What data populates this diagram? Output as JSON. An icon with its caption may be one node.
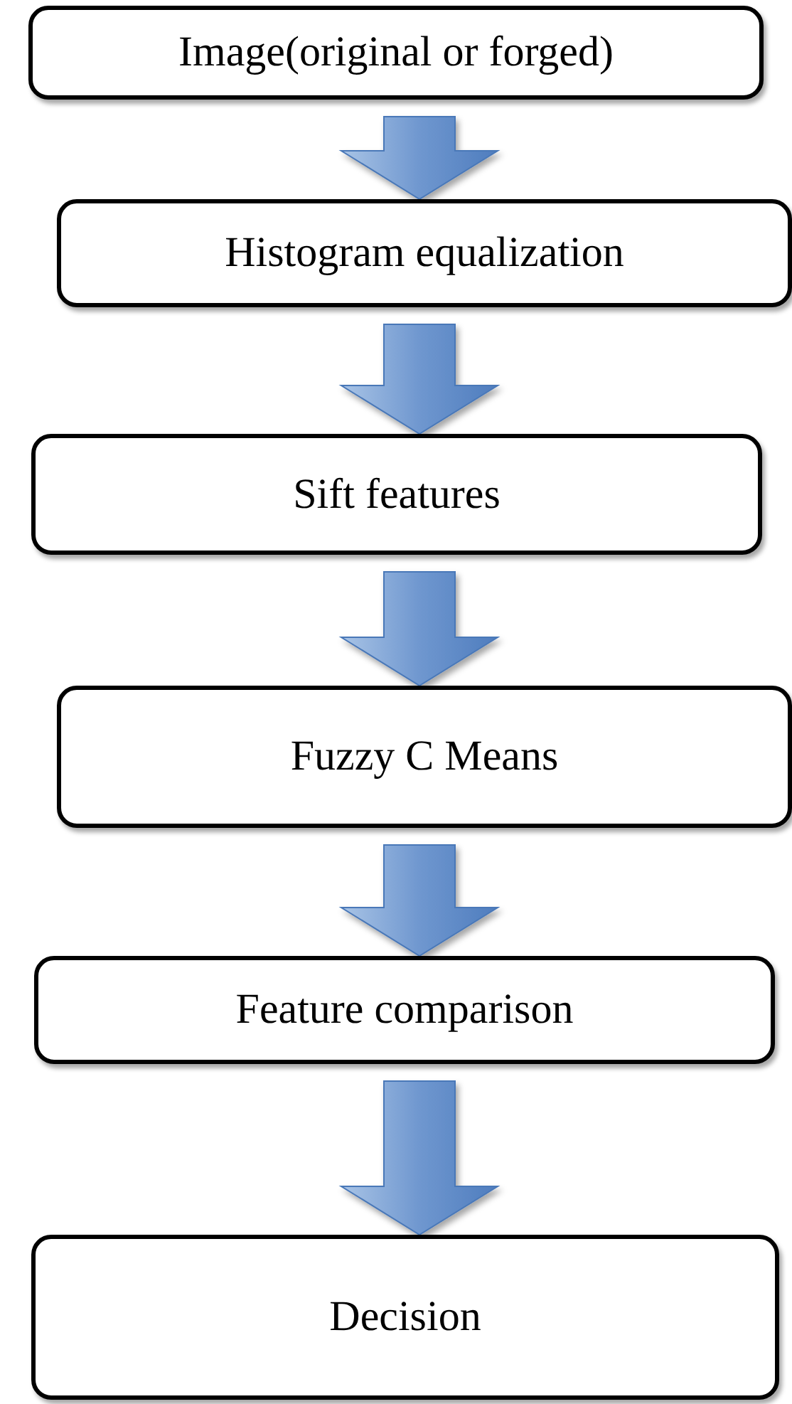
{
  "diagram": {
    "nodes": [
      {
        "text": [
          "Image(original or forged)"
        ]
      },
      {
        "text": [
          "Histogram equalization"
        ]
      },
      {
        "text": [
          "Sift features"
        ]
      },
      {
        "text": [
          "Fuzzy C Means"
        ]
      },
      {
        "text": [
          "Feature comparison"
        ]
      },
      {
        "text": [
          "Decision"
        ]
      }
    ],
    "edges": [
      {
        "from": 0,
        "to": 1,
        "arrow": "to"
      },
      {
        "from": 1,
        "to": 2,
        "arrow": "to"
      },
      {
        "from": 2,
        "to": 3,
        "arrow": "to"
      },
      {
        "from": 3,
        "to": 4,
        "arrow": "to"
      },
      {
        "from": 4,
        "to": 5,
        "arrow": "to"
      }
    ]
  }
}
